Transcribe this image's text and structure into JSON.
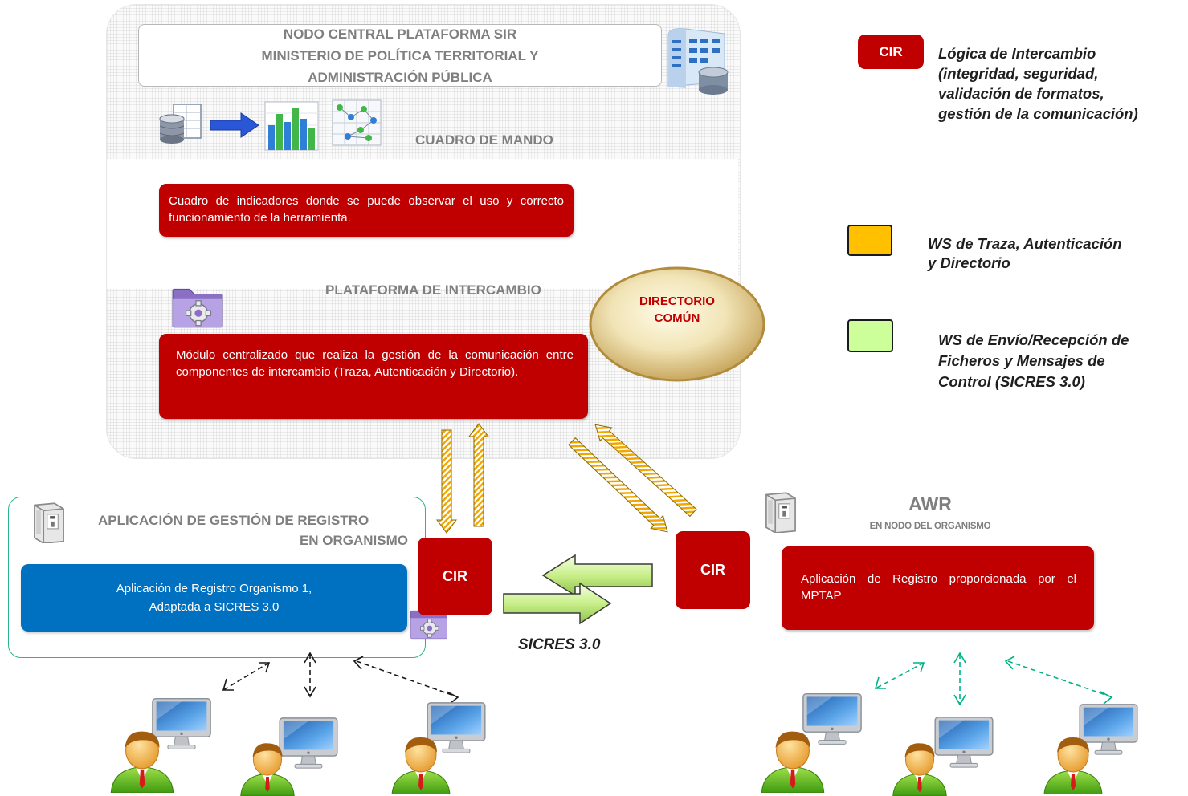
{
  "central": {
    "title_lines": [
      "NODO CENTRAL PLATAFORMA SIR",
      "MINISTERIO DE  POLÍTICA TERRITORIAL Y",
      "ADMINISTRACIÓN PÚBLICA"
    ],
    "dashboard_heading": "CUADRO DE MANDO",
    "dashboard_desc": "Cuadro de indicadores donde se puede observar el uso y correcto funcionamiento de la herramienta.",
    "platform_heading": "PLATAFORMA DE INTERCAMBIO",
    "platform_desc": "Módulo centralizado que realiza la gestión de la comunicación entre componentes de intercambio (Traza, Autenticación y Directorio).",
    "directory_lines": [
      "DIRECTORIO",
      "COMÚN"
    ]
  },
  "legend": {
    "cir_label": "CIR",
    "cir_text_lines": [
      "Lógica de Intercambio",
      "(integridad,  seguridad,",
      "validación  de formatos,",
      "gestión de la comunicación)"
    ],
    "orange_text_lines": [
      "WS de Traza, Autenticación",
      "y Directorio"
    ],
    "green_text_lines": [
      "WS de Envío/Recepción de",
      "Ficheros y Mensajes de",
      "Control (SICRES 3.0)"
    ]
  },
  "left_app": {
    "heading_lines": [
      "APLICACIÓN  DE GESTIÓN DE REGISTRO",
      "EN ORGANISMO"
    ],
    "box_lines": [
      "Aplicación de Registro Organismo 1,",
      "Adaptada a SICRES 3.0"
    ],
    "cir_label": "CIR"
  },
  "right_app": {
    "heading": "AWR",
    "subheading": "EN NODO  DEL ORGANISMO",
    "box_text": "Aplicación de Registro proporcionada por el MPTAP",
    "cir_label": "CIR"
  },
  "protocol_label": "SICRES 3.0",
  "colors": {
    "red": "#c00000",
    "blue": "#0070c0",
    "orange": "#ffc000",
    "light_green": "#ccff99",
    "teal": "#00b386",
    "gray_text": "#7f7f7f"
  },
  "icons": [
    "building-database-icon",
    "database-icon",
    "arrow-right-icon",
    "bar-chart-icon",
    "network-chart-icon",
    "settings-folder-icon",
    "server-icon",
    "user-icon",
    "computer-icon"
  ]
}
